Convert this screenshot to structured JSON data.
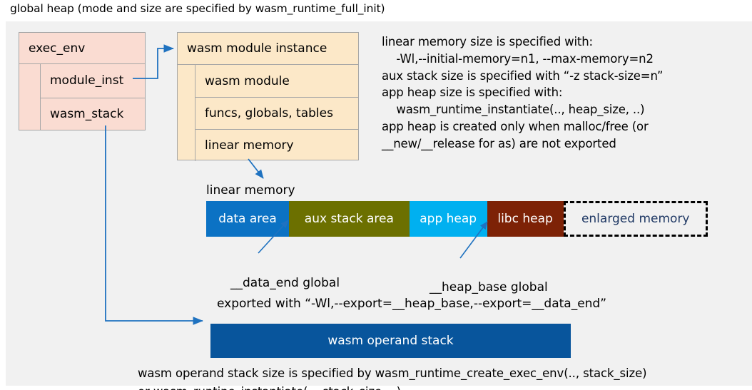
{
  "title": "global heap (mode and size are specified by wasm_runtime_full_init)",
  "colors": {
    "panel_bg": "#f1f1f1",
    "exec_env_fill": "#fadcd2",
    "module_instance_fill": "#fce8c8",
    "box_border": "#a6a6a6",
    "arrow": "#1f72c0",
    "data_area": "#0b72c4",
    "aux_stack_area": "#6c7000",
    "app_heap": "#00b0f0",
    "libc_heap": "#7d2206",
    "enlarged_memory_border": "#000000",
    "enlarged_memory_text": "#1f3864",
    "operand_stack_fill": "#08559c"
  },
  "exec_env": {
    "header": "exec_env",
    "fields": [
      "module_inst",
      "wasm_stack"
    ]
  },
  "module_instance": {
    "header": "wasm module instance",
    "fields": [
      "wasm module",
      "funcs, globals, tables",
      "linear memory"
    ]
  },
  "notes": {
    "text": "linear memory size is specified with:\n    -Wl,--initial-memory=n1, --max-memory=n2\naux stack size is specified with “-z stack-size=n”\napp heap size is specified with:\n    wasm_runtime_instantiate(.., heap_size, ..)\napp heap is created only when malloc/free (or\n__new/__release for as) are not exported"
  },
  "linear_memory": {
    "label": "linear memory",
    "segments": [
      {
        "label": "data area",
        "color": "#0b72c4",
        "width_pct": 16.5,
        "text_color": "#ffffff",
        "dashed": false
      },
      {
        "label": "aux stack area",
        "color": "#6c7000",
        "width_pct": 24.0,
        "text_color": "#ffffff",
        "dashed": false
      },
      {
        "label": "app heap",
        "color": "#00b0f0",
        "width_pct": 15.5,
        "text_color": "#ffffff",
        "dashed": false
      },
      {
        "label": "libc heap",
        "color": "#7d2206",
        "width_pct": 15.2,
        "text_color": "#ffffff",
        "dashed": false
      },
      {
        "label": "enlarged memory",
        "color": "#f1f1f1",
        "width_pct": 28.8,
        "text_color": "#1f3864",
        "dashed": true
      }
    ]
  },
  "annotations": {
    "data_end": "__data_end global",
    "heap_base": "__heap_base global",
    "exported_with": "exported with “-Wl,--export=__heap_base,--export=__data_end”"
  },
  "operand_stack": {
    "label": "wasm operand stack",
    "note": "wasm operand stack size is specified by wasm_runtime_create_exec_env(.., stack_size)\nor wasm_runtine_instantiate(.., stack_size, ..)"
  }
}
